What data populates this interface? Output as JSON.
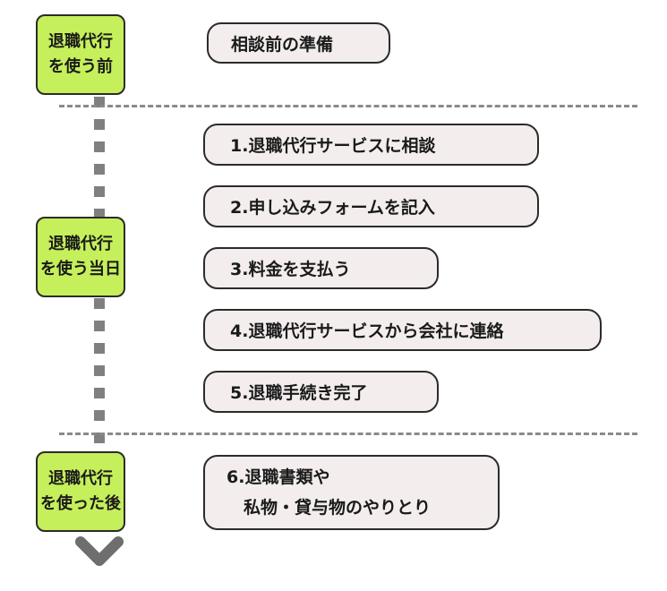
{
  "stages": [
    {
      "label": "退職代行\nを使う前"
    },
    {
      "label": "退職代行\nを使う当日"
    },
    {
      "label": "退職代行\nを使った後"
    }
  ],
  "steps": {
    "before": "相談前の準備",
    "day": [
      "1.退職代行サービスに相談",
      "2.申し込みフォームを記入",
      "3.料金を支払う",
      "4.退職代行サービスから会社に連絡",
      "5.退職手続き完了"
    ],
    "after": "6.退職書類や\n　私物・貸与物のやりとり"
  },
  "colors": {
    "stage_fill": "#c5ef5b",
    "step_fill": "#f3eded",
    "connector": "#808080"
  }
}
